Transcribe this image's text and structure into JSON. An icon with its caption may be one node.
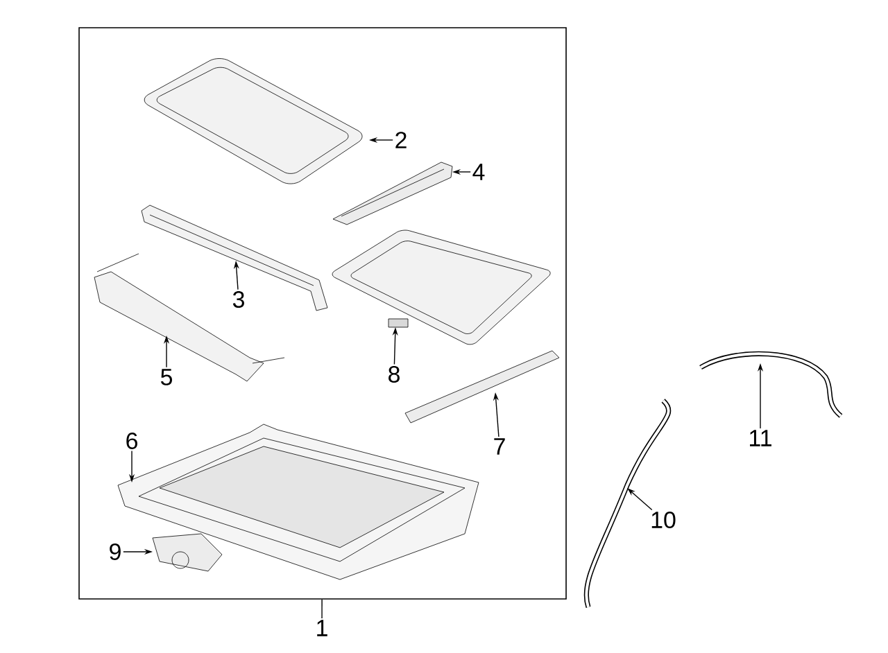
{
  "diagram": {
    "nodes": [
      {
        "text": [],
        "shape": "box"
      },
      {
        "text": [],
        "shape": "picture",
        "in": 0
      },
      {
        "text": [
          "2"
        ],
        "in": 0
      },
      {
        "text": [],
        "shape": "picture",
        "in": 0
      },
      {
        "text": [
          "4"
        ],
        "in": 0
      },
      {
        "text": [],
        "shape": "picture",
        "in": 0
      },
      {
        "text": [
          "3"
        ],
        "in": 0
      },
      {
        "text": [],
        "shape": "picture",
        "in": 0
      },
      {
        "text": [
          "8"
        ],
        "in": 0
      },
      {
        "text": [],
        "shape": "picture",
        "in": 0
      },
      {
        "text": [
          "5"
        ],
        "in": 0
      },
      {
        "text": [],
        "shape": "picture",
        "in": 0
      },
      {
        "text": [
          "7"
        ],
        "in": 0
      },
      {
        "text": [],
        "shape": "picture",
        "in": 0
      },
      {
        "text": [
          "6"
        ],
        "in": 0
      },
      {
        "text": [],
        "shape": "picture",
        "in": 0
      },
      {
        "text": [
          "9"
        ],
        "in": 0
      },
      {
        "text": [
          "1"
        ]
      },
      {
        "text": [],
        "shape": "picture"
      },
      {
        "text": [
          "10"
        ]
      },
      {
        "text": [],
        "shape": "picture"
      },
      {
        "text": [
          "11"
        ]
      }
    ],
    "edges": [
      {
        "from": 17,
        "to": 0,
        "arrow": "none"
      },
      {
        "from": 2,
        "to": 1,
        "arrow": "to"
      },
      {
        "from": 4,
        "to": 3,
        "arrow": "to"
      },
      {
        "from": 6,
        "to": 5,
        "arrow": "to"
      },
      {
        "from": 8,
        "to": 7,
        "arrow": "to"
      },
      {
        "from": 10,
        "to": 9,
        "arrow": "to"
      },
      {
        "from": 12,
        "to": 11,
        "arrow": "to"
      },
      {
        "from": 14,
        "to": 13,
        "arrow": "to"
      },
      {
        "from": 16,
        "to": 15,
        "arrow": "to"
      },
      {
        "from": 19,
        "to": 18,
        "arrow": "to"
      },
      {
        "from": 21,
        "to": 20,
        "arrow": "to"
      }
    ]
  }
}
